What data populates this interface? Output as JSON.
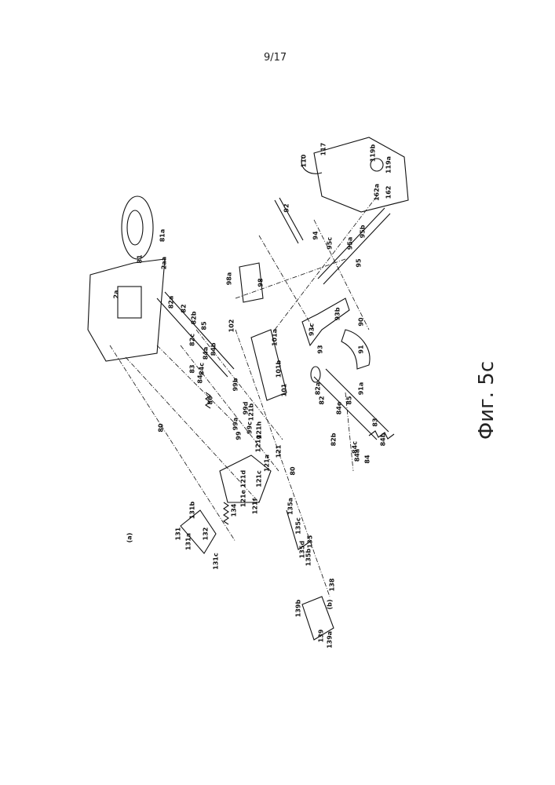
{
  "page_number": "9/17",
  "figure_caption": "Фиг. 5с",
  "subfigure_labels": [
    "(a)",
    "(b)"
  ],
  "labels_a": [
    "81",
    "81a",
    "2aa",
    "2a",
    "82a",
    "82",
    "82b",
    "85",
    "82c",
    "83",
    "84c",
    "84a",
    "84b",
    "84",
    "86",
    "99b",
    "99a",
    "99",
    "99c",
    "99d",
    "80",
    "102",
    "101a",
    "101b",
    "101",
    "121b",
    "121h",
    "121g",
    "121",
    "121a",
    "121d",
    "121e",
    "121c",
    "121f",
    "98a",
    "98",
    "93c",
    "93",
    "93b",
    "90",
    "91",
    "91a",
    "92",
    "94",
    "95c",
    "95a",
    "95",
    "95b",
    "110",
    "117",
    "119b",
    "119a",
    "162",
    "162a",
    "131",
    "131a",
    "131b",
    "132",
    "131c",
    "134",
    "135a",
    "135c",
    "135",
    "135d",
    "135b",
    "139b",
    "139",
    "139a",
    "138"
  ],
  "labels_b": [
    "80",
    "82a",
    "82",
    "82b",
    "84e",
    "85",
    "84c",
    "84a",
    "84",
    "83",
    "84b"
  ]
}
